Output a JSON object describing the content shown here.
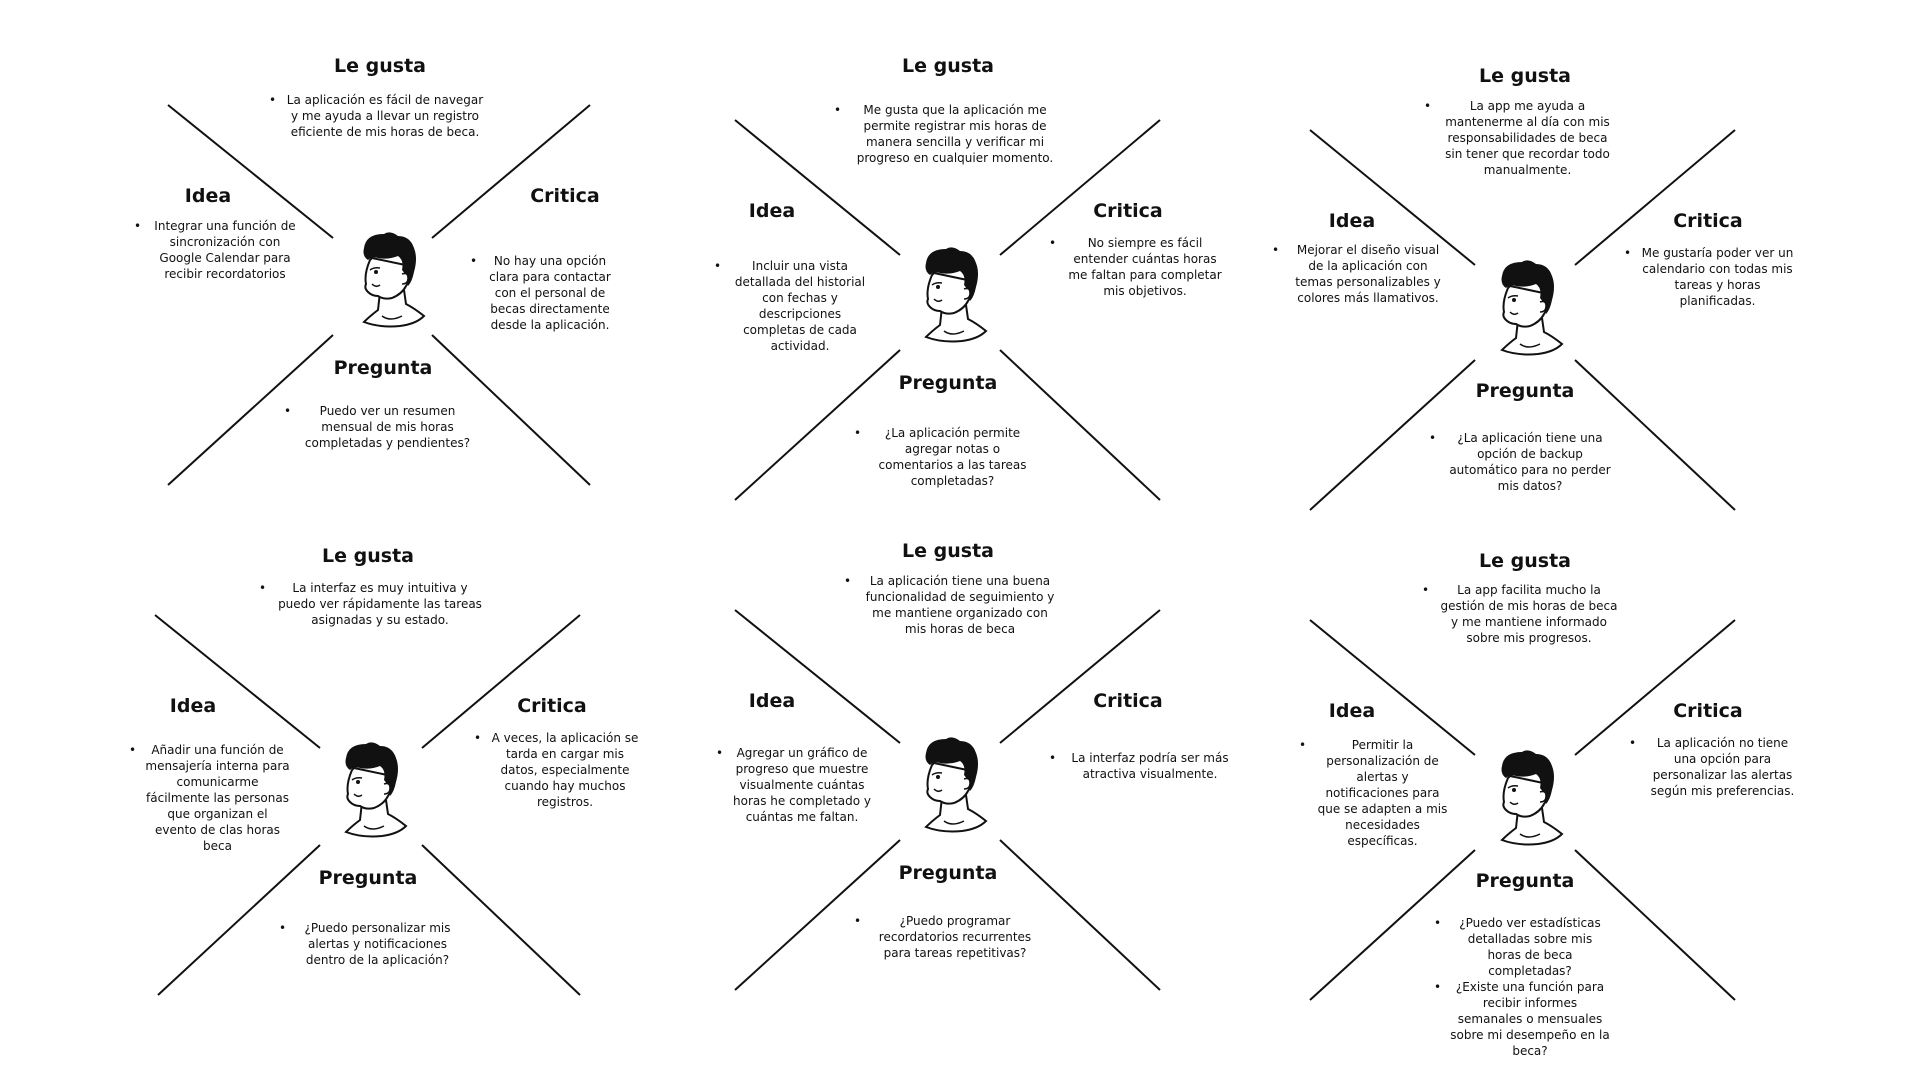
{
  "board": {
    "panels": [
      {
        "le_gusta": {
          "title": "Le gusta",
          "items": [
            "La aplicación es fácil de navegar y me ayuda a llevar un registro eficiente de mis horas de beca."
          ]
        },
        "idea": {
          "title": "Idea",
          "items": [
            "Integrar una función de sincronización con Google Calendar para recibir recordatorios"
          ]
        },
        "critica": {
          "title": "Critica",
          "items": [
            "No hay una opción clara para contactar con el personal de becas directamente desde la aplicación."
          ]
        },
        "pregunta": {
          "title": "Pregunta",
          "items": [
            "Puedo ver un resumen mensual de mis horas completadas y pendientes?"
          ]
        },
        "avatar_icon": "person-head-icon"
      },
      {
        "le_gusta": {
          "title": "Le gusta",
          "items": [
            "Me gusta que la aplicación me permite registrar mis horas de manera sencilla y verificar mi progreso en cualquier momento."
          ]
        },
        "idea": {
          "title": "Idea",
          "items": [
            "Incluir una vista detallada del historial con fechas y descripciones completas de cada actividad."
          ]
        },
        "critica": {
          "title": "Critica",
          "items": [
            "No siempre es fácil entender cuántas horas me faltan para completar mis objetivos."
          ]
        },
        "pregunta": {
          "title": "Pregunta",
          "items": [
            "¿La aplicación permite agregar notas o comentarios a las tareas completadas?"
          ]
        },
        "avatar_icon": "person-head-icon"
      },
      {
        "le_gusta": {
          "title": "Le gusta",
          "items": [
            "La app me ayuda a mantenerme al día con mis responsabilidades de beca sin tener que recordar todo manualmente."
          ]
        },
        "idea": {
          "title": "Idea",
          "items": [
            "Mejorar el diseño visual de la aplicación con temas personalizables y colores más llamativos."
          ]
        },
        "critica": {
          "title": "Critica",
          "items": [
            "Me gustaría poder ver un calendario con todas mis tareas y horas planificadas."
          ]
        },
        "pregunta": {
          "title": "Pregunta",
          "items": [
            "¿La aplicación tiene una opción de backup automático para no perder mis datos?"
          ]
        },
        "avatar_icon": "person-head-icon"
      },
      {
        "le_gusta": {
          "title": "Le gusta",
          "items": [
            "La interfaz es muy intuitiva y puedo ver rápidamente las tareas asignadas y su estado."
          ]
        },
        "idea": {
          "title": "Idea",
          "items": [
            "Añadir una función de mensajería interna para comunicarme fácilmente las personas que organizan el evento de clas horas beca"
          ]
        },
        "critica": {
          "title": "Critica",
          "items": [
            "A veces, la aplicación se tarda en cargar mis datos, especialmente cuando hay muchos registros."
          ]
        },
        "pregunta": {
          "title": "Pregunta",
          "items": [
            "¿Puedo personalizar mis alertas y notificaciones dentro de la aplicación?"
          ]
        },
        "avatar_icon": "person-head-icon"
      },
      {
        "le_gusta": {
          "title": "Le gusta",
          "items": [
            "La aplicación tiene una buena funcionalidad de seguimiento y me mantiene organizado con mis horas de beca"
          ]
        },
        "idea": {
          "title": "Idea",
          "items": [
            "Agregar un gráfico de progreso que muestre visualmente cuántas horas he completado y cuántas me faltan."
          ]
        },
        "critica": {
          "title": "Critica",
          "items": [
            "La interfaz podría ser más atractiva visualmente."
          ]
        },
        "pregunta": {
          "title": "Pregunta",
          "items": [
            "¿Puedo programar recordatorios recurrentes para tareas repetitivas?"
          ]
        },
        "avatar_icon": "person-head-icon"
      },
      {
        "le_gusta": {
          "title": "Le gusta",
          "items": [
            "La app facilita mucho la gestión de mis horas de beca y me mantiene informado sobre mis progresos."
          ]
        },
        "idea": {
          "title": "Idea",
          "items": [
            "Permitir la personalización de alertas y notificaciones para que se adapten a mis necesidades específicas."
          ]
        },
        "critica": {
          "title": "Critica",
          "items": [
            "La aplicación no tiene una opción para personalizar las alertas según mis preferencias."
          ]
        },
        "pregunta": {
          "title": "Pregunta",
          "items": [
            "¿Puedo ver estadísticas detalladas sobre mis horas de beca completadas?",
            "¿Existe una función para recibir informes semanales o mensuales sobre mi desempeño en la beca?"
          ]
        },
        "avatar_icon": "person-head-icon"
      }
    ]
  }
}
